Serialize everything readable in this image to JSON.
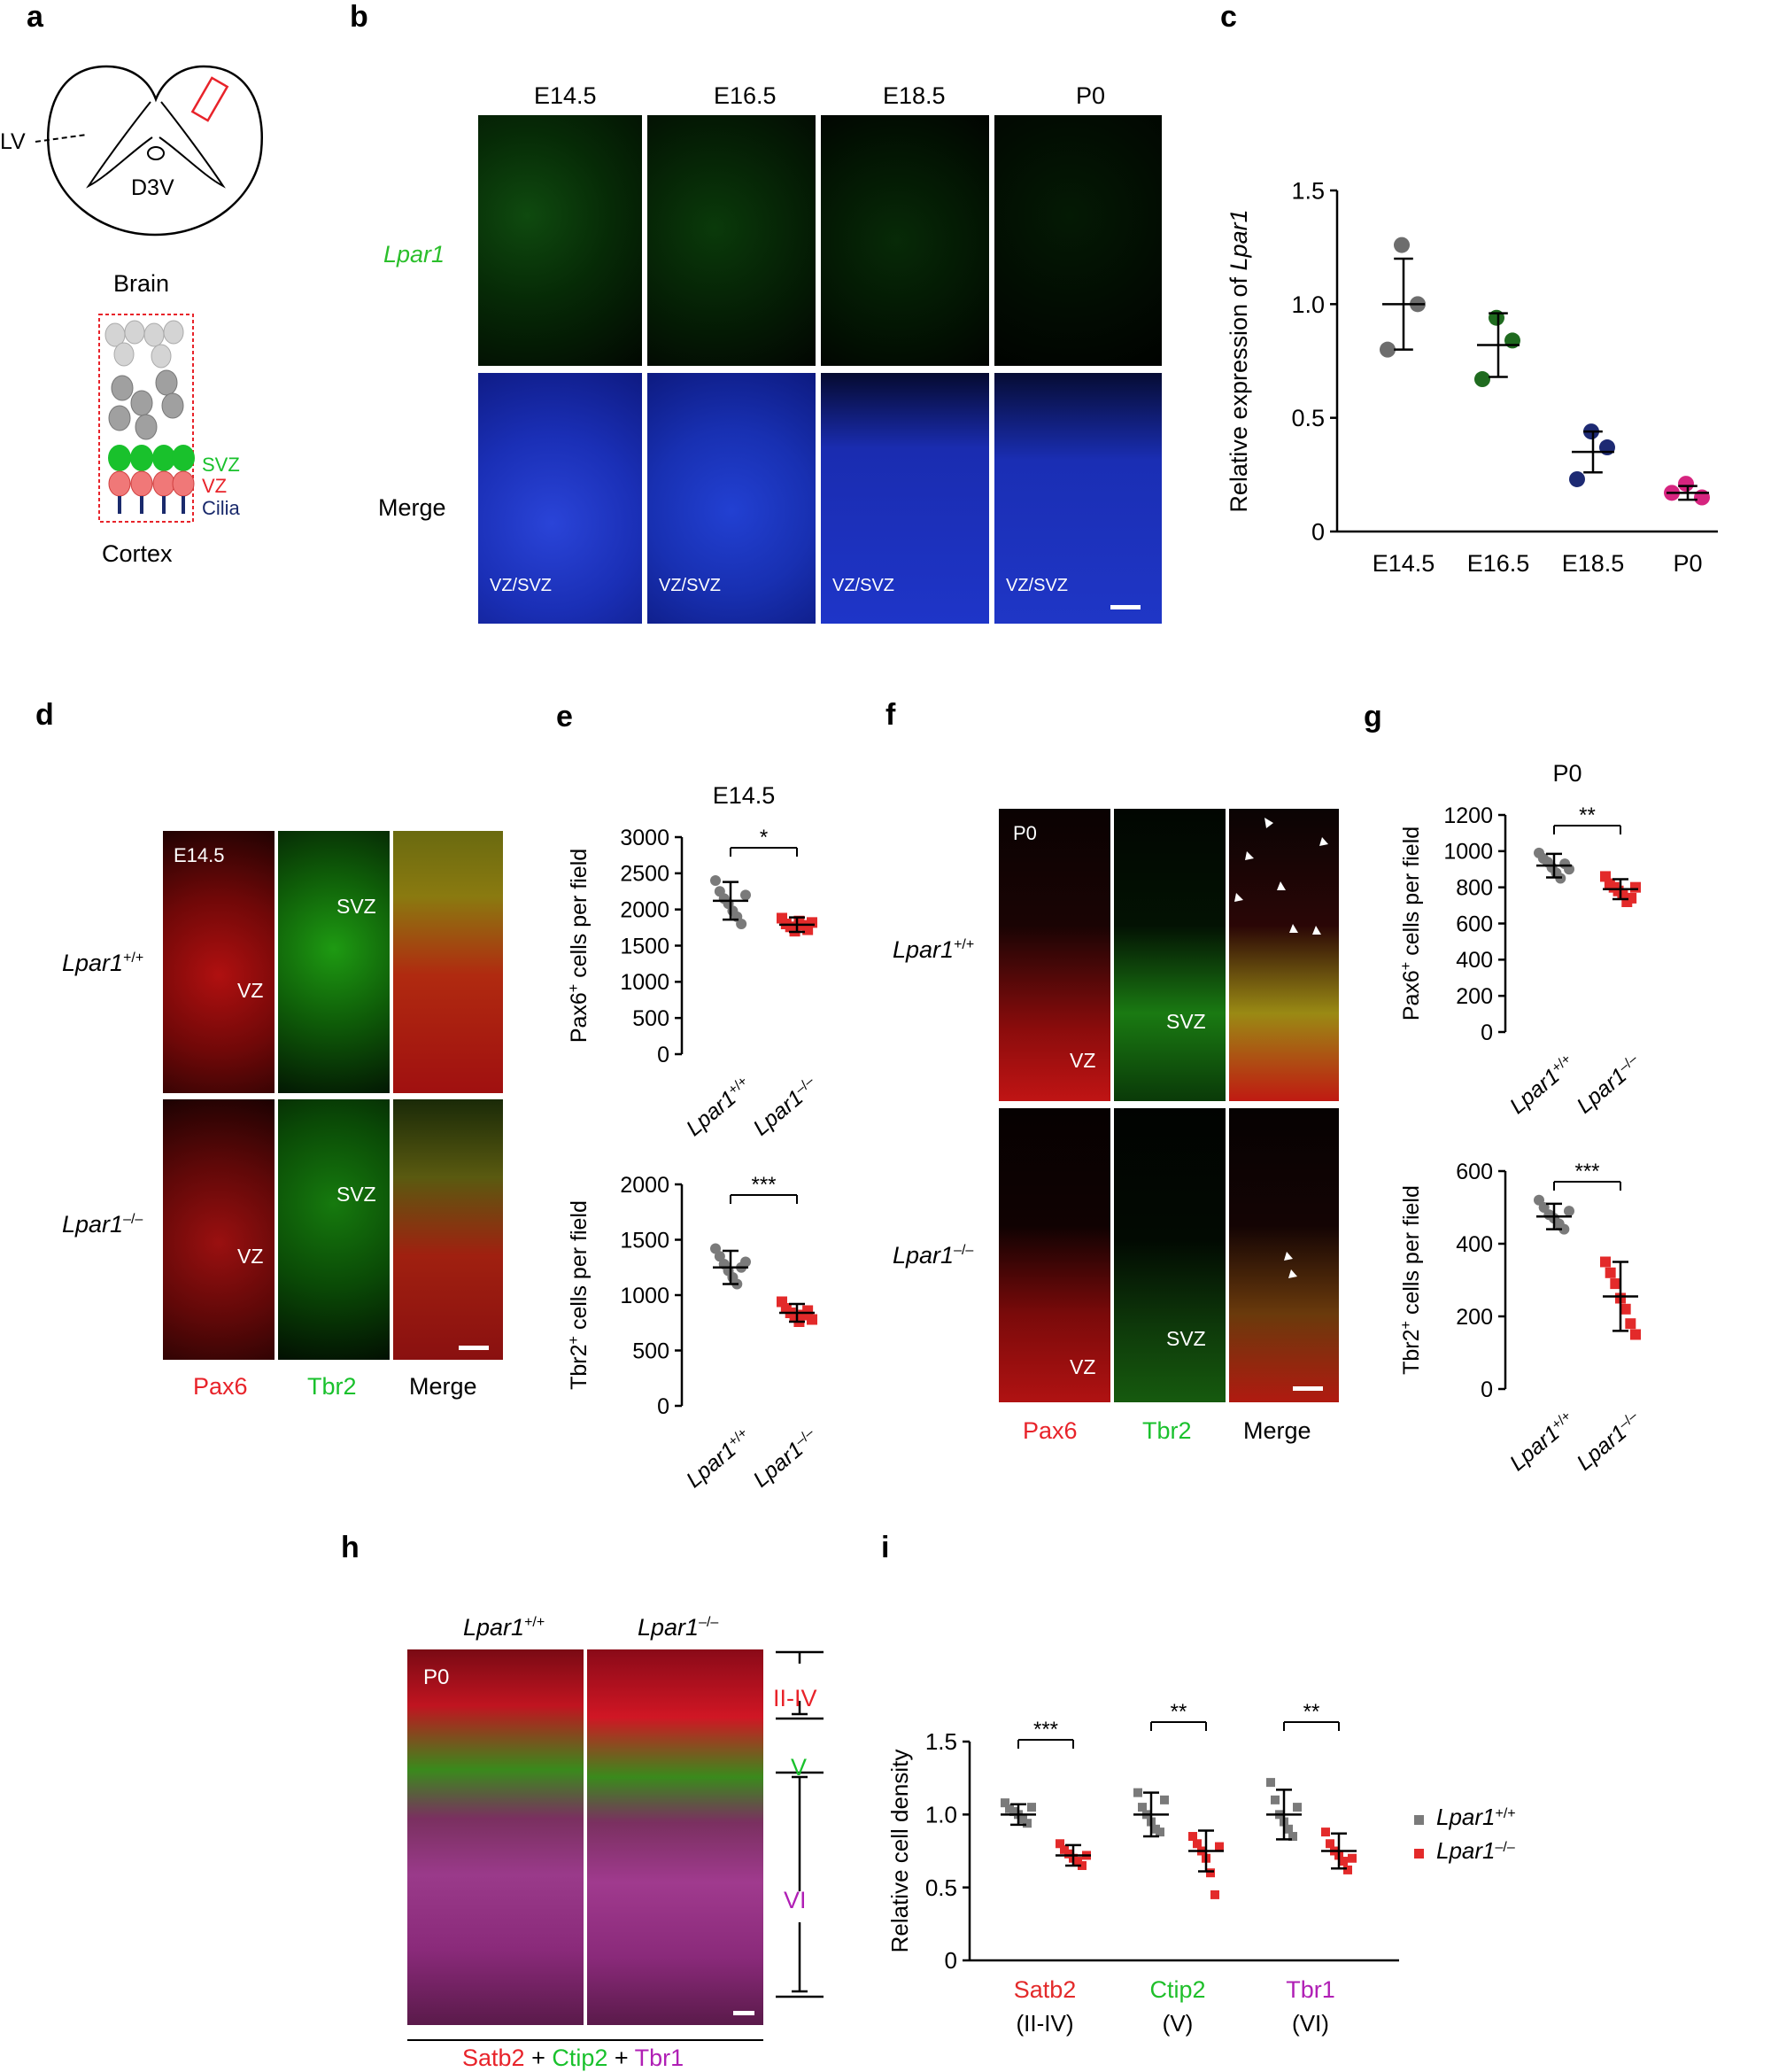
{
  "panel_labels": [
    "a",
    "b",
    "c",
    "d",
    "e",
    "f",
    "g",
    "h",
    "i"
  ],
  "panel_a": {
    "lv": "LV",
    "d3v": "D3V",
    "brain": "Brain",
    "svz": "SVZ",
    "vz": "VZ",
    "cilia": "Cilia",
    "cortex": "Cortex",
    "colors": {
      "svz": "#19c12c",
      "vz": "#e8232a",
      "cilia": "#1a2a6c"
    }
  },
  "panel_b": {
    "columns": [
      "E14.5",
      "E16.5",
      "E18.5",
      "P0"
    ],
    "row1_label": "Lpar1",
    "row2_label": "Merge",
    "inset_label": "VZ/SVZ"
  },
  "panel_d": {
    "stage": "E14.5",
    "rows": [
      {
        "gene": "Lpar1",
        "sup": "+/+"
      },
      {
        "gene": "Lpar1",
        "sup": "–/–"
      }
    ],
    "region_svz": "SVZ",
    "region_vz": "VZ",
    "channels": [
      "Pax6",
      "Tbr2",
      "Merge"
    ]
  },
  "panel_f": {
    "stage": "P0",
    "rows": [
      {
        "gene": "Lpar1",
        "sup": "+/+"
      },
      {
        "gene": "Lpar1",
        "sup": "–/–"
      }
    ],
    "region_svz": "SVZ",
    "region_vz": "VZ",
    "channels": [
      "Pax6",
      "Tbr2",
      "Merge"
    ]
  },
  "panel_h": {
    "stage": "P0",
    "cols": [
      {
        "gene": "Lpar1",
        "sup": "+/+"
      },
      {
        "gene": "Lpar1",
        "sup": "–/–"
      }
    ],
    "layers": [
      "II-IV",
      "V",
      "VI"
    ],
    "stain": [
      "Satb2",
      " + ",
      "Ctip2",
      " + ",
      "Tbr1"
    ]
  },
  "chart_data": [
    {
      "id": "c",
      "type": "scatter",
      "title": "",
      "xlabel": "",
      "ylabel": "Relative expression of Lpar1",
      "categories": [
        "E14.5",
        "E16.5",
        "E18.5",
        "P0"
      ],
      "ylim": [
        0,
        1.5
      ],
      "yticks": [
        0,
        0.5,
        1.0,
        1.5
      ],
      "ytick_labels": [
        "0",
        "0.5",
        "1.0",
        "1.5"
      ],
      "series": [
        {
          "category": "E14.5",
          "color": "#6d6d6d",
          "points": [
            1.26,
            1.0,
            0.8
          ],
          "mean": 1.0,
          "sd": 0.2
        },
        {
          "category": "E16.5",
          "color": "#1f6b1f",
          "points": [
            0.94,
            0.84,
            0.67
          ],
          "mean": 0.82,
          "sd": 0.14
        },
        {
          "category": "E18.5",
          "color": "#1d2a73",
          "points": [
            0.44,
            0.37,
            0.23
          ],
          "mean": 0.35,
          "sd": 0.09
        },
        {
          "category": "P0",
          "color": "#d6247f",
          "points": [
            0.21,
            0.15,
            0.17
          ],
          "mean": 0.17,
          "sd": 0.03
        }
      ]
    },
    {
      "id": "e_top",
      "type": "scatter",
      "title": "E14.5",
      "ylabel": "Pax6+ cells per field",
      "categories": [
        "Lpar1+/+",
        "Lpar1–/–"
      ],
      "ylim": [
        0,
        3000
      ],
      "yticks": [
        0,
        500,
        1000,
        1500,
        2000,
        2500,
        3000
      ],
      "significance": "*",
      "series": [
        {
          "category": "Lpar1+/+",
          "color": "#7a7a7a",
          "mean": 2120,
          "sd": 260,
          "points": [
            2400,
            2250,
            2150,
            2080,
            1980,
            1900,
            1800,
            2200
          ]
        },
        {
          "category": "Lpar1–/–",
          "color": "#e32a2a",
          "mean": 1790,
          "sd": 100,
          "points": [
            1880,
            1800,
            1760,
            1700,
            1840,
            1780,
            1720,
            1820
          ]
        }
      ]
    },
    {
      "id": "e_bottom",
      "type": "scatter",
      "ylabel": "Tbr2+ cells per field",
      "categories": [
        "Lpar1+/+",
        "Lpar1–/–"
      ],
      "ylim": [
        0,
        2000
      ],
      "yticks": [
        0,
        500,
        1000,
        1500,
        2000
      ],
      "significance": "***",
      "series": [
        {
          "category": "Lpar1+/+",
          "color": "#7a7a7a",
          "mean": 1250,
          "sd": 150,
          "points": [
            1420,
            1350,
            1280,
            1220,
            1160,
            1100,
            1250,
            1300
          ]
        },
        {
          "category": "Lpar1–/–",
          "color": "#e32a2a",
          "mean": 840,
          "sd": 80,
          "points": [
            940,
            880,
            840,
            800,
            760,
            820,
            860,
            780
          ]
        }
      ]
    },
    {
      "id": "g_top",
      "type": "scatter",
      "title": "P0",
      "ylabel": "Pax6+ cells per field",
      "categories": [
        "Lpar1+/+",
        "Lpar1–/–"
      ],
      "ylim": [
        0,
        1200
      ],
      "yticks": [
        0,
        200,
        400,
        600,
        800,
        1000,
        1200
      ],
      "significance": "**",
      "series": [
        {
          "category": "Lpar1+/+",
          "color": "#7a7a7a",
          "mean": 920,
          "sd": 65,
          "points": [
            990,
            960,
            940,
            910,
            880,
            850,
            930,
            900
          ]
        },
        {
          "category": "Lpar1–/–",
          "color": "#e32a2a",
          "mean": 790,
          "sd": 55,
          "points": [
            860,
            820,
            800,
            780,
            760,
            720,
            740,
            800
          ]
        }
      ]
    },
    {
      "id": "g_bottom",
      "type": "scatter",
      "ylabel": "Tbr2+ cells per field",
      "categories": [
        "Lpar1+/+",
        "Lpar1–/–"
      ],
      "ylim": [
        0,
        600
      ],
      "yticks": [
        0,
        200,
        400,
        600
      ],
      "significance": "***",
      "series": [
        {
          "category": "Lpar1+/+",
          "color": "#7a7a7a",
          "mean": 475,
          "sd": 35,
          "points": [
            520,
            500,
            480,
            470,
            455,
            440,
            490
          ]
        },
        {
          "category": "Lpar1–/–",
          "color": "#e32a2a",
          "mean": 255,
          "sd": 95,
          "points": [
            350,
            320,
            290,
            250,
            220,
            180,
            150
          ]
        }
      ]
    },
    {
      "id": "i",
      "type": "scatter",
      "ylabel": "Relative cell density",
      "groups": [
        {
          "label": "Satb2",
          "sub": "(II-IV)",
          "color": "#e32a2a",
          "significance": "***"
        },
        {
          "label": "Ctip2",
          "sub": "(V)",
          "color": "#1fbf2a",
          "significance": "**"
        },
        {
          "label": "Tbr1",
          "sub": "(VI)",
          "color": "#b01fb5",
          "significance": "**"
        }
      ],
      "ylim": [
        0,
        1.5
      ],
      "yticks": [
        0,
        0.5,
        1.0,
        1.5
      ],
      "ytick_labels": [
        "0",
        "0.5",
        "1.0",
        "1.5"
      ],
      "legend": [
        {
          "gene": "Lpar1",
          "sup": "+/+",
          "color": "#7a7a7a"
        },
        {
          "gene": "Lpar1",
          "sup": "–/–",
          "color": "#e32a2a"
        }
      ],
      "legend_position": "right",
      "series": [
        {
          "name": "Lpar1+/+",
          "color": "#7a7a7a",
          "means": [
            1.0,
            1.0,
            1.0
          ],
          "sds": [
            0.07,
            0.15,
            0.17
          ],
          "points": [
            [
              1.08,
              1.04,
              1.02,
              1.0,
              0.97,
              0.94,
              1.05
            ],
            [
              1.15,
              1.05,
              1.0,
              0.95,
              0.9,
              0.88,
              1.1
            ],
            [
              1.22,
              1.1,
              1.0,
              0.95,
              0.9,
              0.85,
              1.05
            ]
          ]
        },
        {
          "name": "Lpar1–/–",
          "color": "#e32a2a",
          "means": [
            0.72,
            0.75,
            0.75
          ],
          "sds": [
            0.07,
            0.14,
            0.12
          ],
          "points": [
            [
              0.8,
              0.76,
              0.73,
              0.7,
              0.68,
              0.65,
              0.72
            ],
            [
              0.85,
              0.8,
              0.75,
              0.7,
              0.6,
              0.45,
              0.78
            ],
            [
              0.88,
              0.8,
              0.75,
              0.72,
              0.68,
              0.62,
              0.7
            ]
          ]
        }
      ]
    }
  ]
}
